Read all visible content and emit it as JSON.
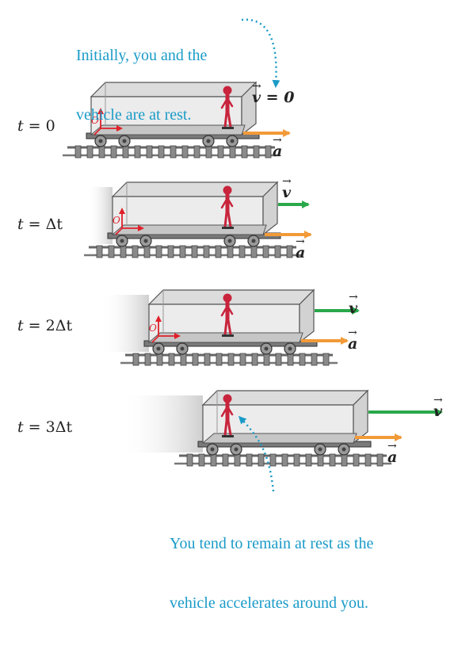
{
  "notes": {
    "top_line1": "Initially, you and the",
    "top_line2": "vehicle are at rest.",
    "bottom_line1": "You tend to remain at rest as the",
    "bottom_line2": "vehicle accelerates around you."
  },
  "panels": [
    {
      "time_var": "t",
      "time_rest": " = 0",
      "velocity_label": "v = 0",
      "acceleration_label": "a"
    },
    {
      "time_var": "t",
      "time_rest": " = Δt",
      "velocity_label": "v",
      "acceleration_label": "a"
    },
    {
      "time_var": "t",
      "time_rest": " = 2Δt",
      "velocity_label": "v",
      "acceleration_label": "a"
    },
    {
      "time_var": "t",
      "time_rest": " = 3Δt",
      "velocity_label": "v",
      "acceleration_label": "a"
    }
  ],
  "origin_label": "O",
  "colors": {
    "note_text": "#1a9bc8",
    "velocity_arrow": "#2aa84a",
    "acceleration_arrow": "#f29a38",
    "axes": "#e0202a",
    "person": "#c8243c",
    "vehicle_fill": "#ececec",
    "vehicle_edge": "#555555"
  }
}
